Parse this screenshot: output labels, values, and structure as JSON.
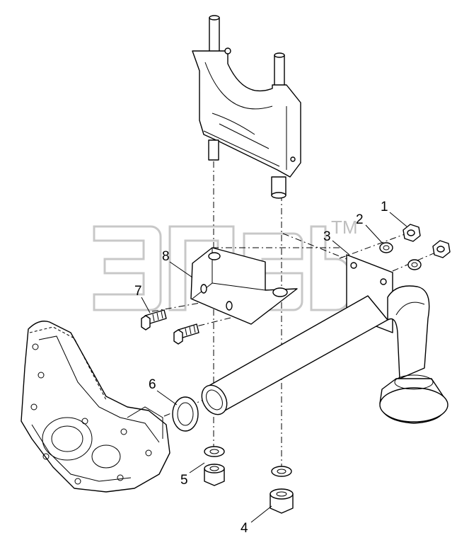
{
  "watermark": {
    "trademark": "TM"
  },
  "callouts": [
    {
      "id": "1",
      "label": "1"
    },
    {
      "id": "2",
      "label": "2"
    },
    {
      "id": "3",
      "label": "3"
    },
    {
      "id": "4",
      "label": "4"
    },
    {
      "id": "5",
      "label": "5"
    },
    {
      "id": "6",
      "label": "6"
    },
    {
      "id": "7",
      "label": "7"
    },
    {
      "id": "8",
      "label": "8"
    }
  ],
  "parts": [
    {
      "callout": "1",
      "icon": "hex-nut-icon"
    },
    {
      "callout": "2",
      "icon": "washer-icon"
    },
    {
      "callout": "3",
      "icon": "oil-intake-pipe-icon"
    },
    {
      "callout": "4",
      "icon": "hex-nut-icon"
    },
    {
      "callout": "5",
      "icon": "hex-nut-icon"
    },
    {
      "callout": "6",
      "icon": "gasket-ring-icon"
    },
    {
      "callout": "7",
      "icon": "bolt-icon"
    },
    {
      "callout": "8",
      "icon": "bracket-icon"
    }
  ]
}
